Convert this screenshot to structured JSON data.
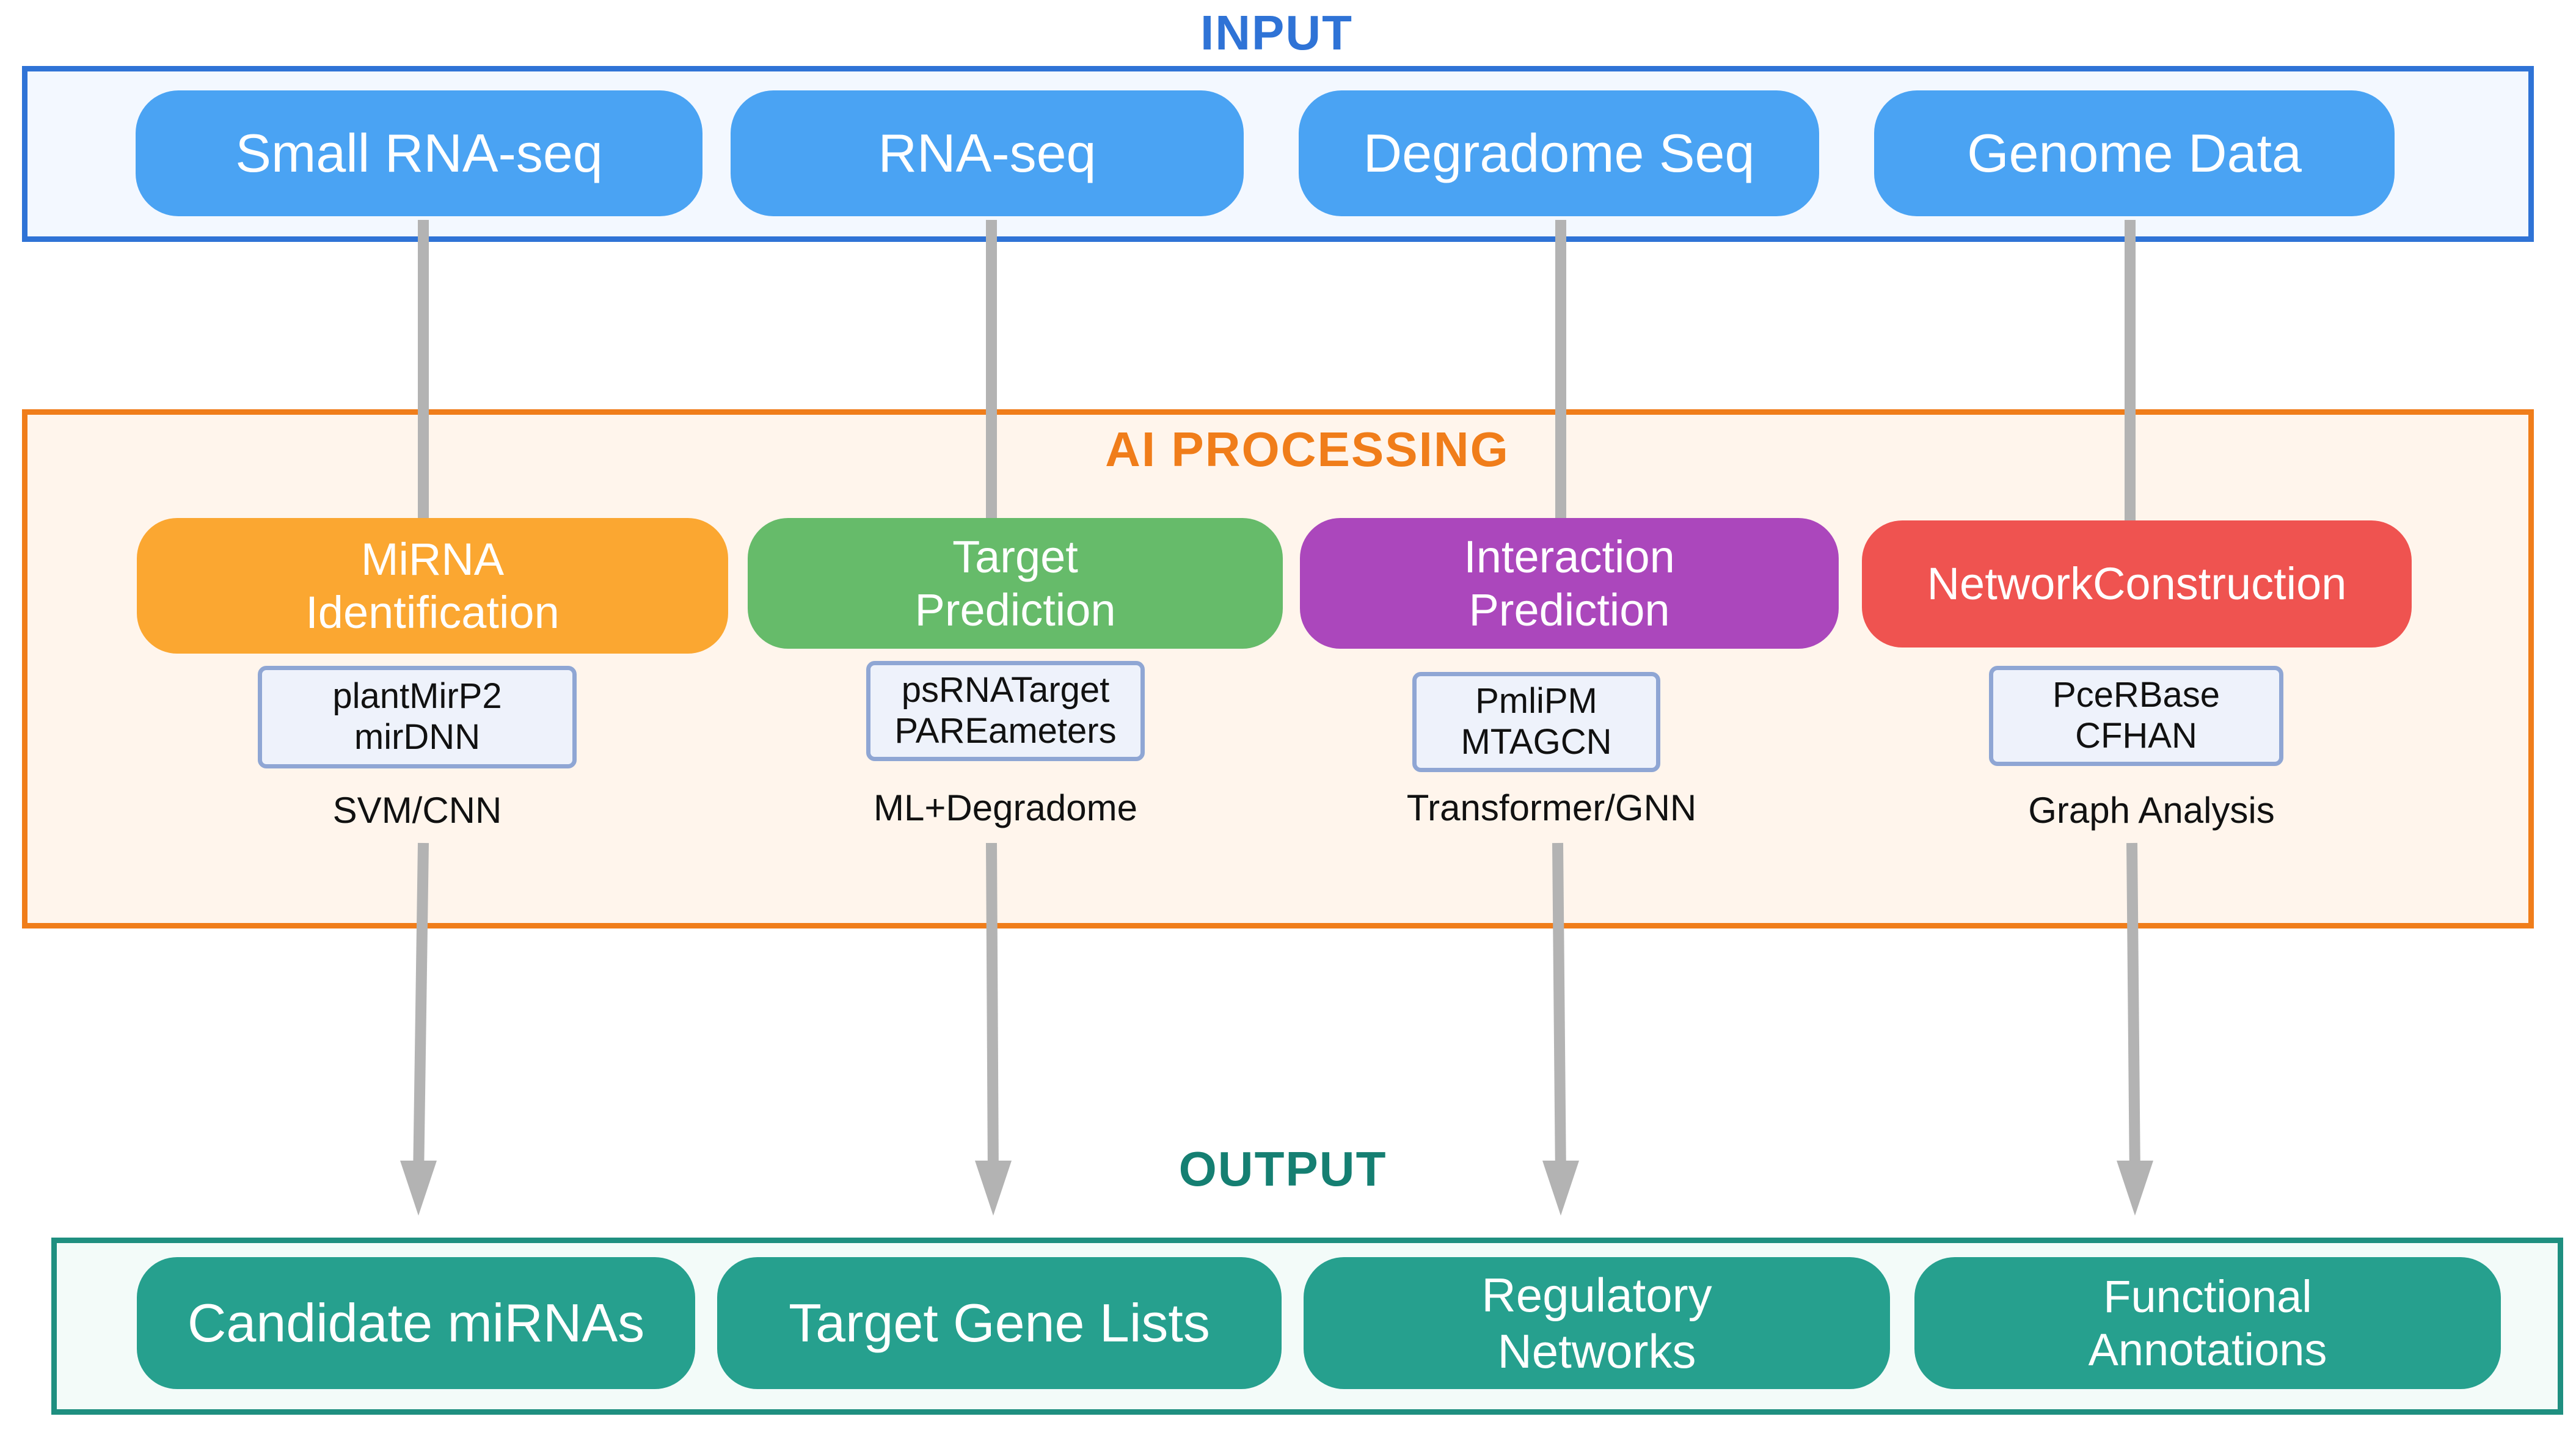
{
  "colors": {
    "input": "#4aa3f3",
    "input_frame": "#2f73d6",
    "input_title": "#2f73d6",
    "processing_frame": "#f07d1a",
    "processing_bg": "#fff5ec",
    "processing_title": "#f07d1a",
    "output": "#26a08e",
    "output_frame": "#1f8f80",
    "output_title": "#157f72",
    "arrow": "#b3b3b3",
    "step_orange": "#fba731",
    "step_green": "#66bb6a",
    "step_purple": "#ab47bc",
    "step_red": "#ef5350"
  },
  "input": {
    "title": "INPUT",
    "items": [
      "Small RNA-seq",
      "RNA-seq",
      "Degradome Seq",
      "Genome Data"
    ]
  },
  "processing": {
    "title": "AI PROCESSING",
    "steps": [
      {
        "label": "MiRNA\nIdentification",
        "tools": "plantMirP2\nmirDNN",
        "method": "SVM/CNN"
      },
      {
        "label": "Target\nPrediction",
        "tools": "psRNATarget\nPAREameters",
        "method": "ML+Degradome"
      },
      {
        "label": "Interaction\nPrediction",
        "tools": "PmliPM\nMTAGCN",
        "method": "Transformer/GNN"
      },
      {
        "label": "NetworkConstruction",
        "tools": "PceRBase\nCFHAN",
        "method": "Graph Analysis"
      }
    ]
  },
  "output": {
    "title": "OUTPUT",
    "items": [
      "Candidate miRNAs",
      "Target Gene Lists",
      "Regulatory\nNetworks",
      "Functional\nAnnotations"
    ]
  }
}
